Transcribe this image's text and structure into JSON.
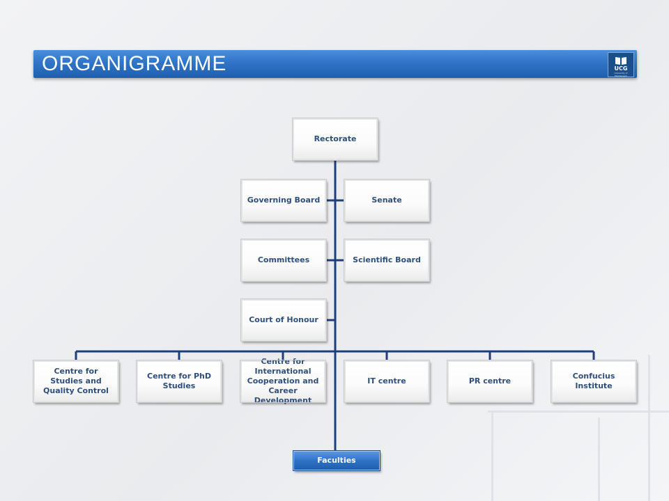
{
  "title": "ORGANIGRAMME",
  "logo": {
    "text": "UCG",
    "subtext": "University of Montenegro",
    "icon": "book-icon"
  },
  "colors": {
    "title_bar": "#2f74c7",
    "connector": "#1f3f7a",
    "node_text": "#2f4f7c",
    "faculties_box": "#2f72c5"
  },
  "nodes": {
    "rectorate": "Rectorate",
    "governing_board": "Governing Board",
    "senate": "Senate",
    "committees": "Committees",
    "scientific_board": "Scientific Board",
    "court_of_honour": "Court of Honour",
    "centre_studies_quality": "Centre for Studies and Quality Control",
    "centre_phd": "Centre for PhD Studies",
    "centre_international": "Centre for International Cooperation and Career Development",
    "it_centre": "IT centre",
    "pr_centre": "PR centre",
    "confucius": "Confucius Institute",
    "faculties": "Faculties"
  }
}
